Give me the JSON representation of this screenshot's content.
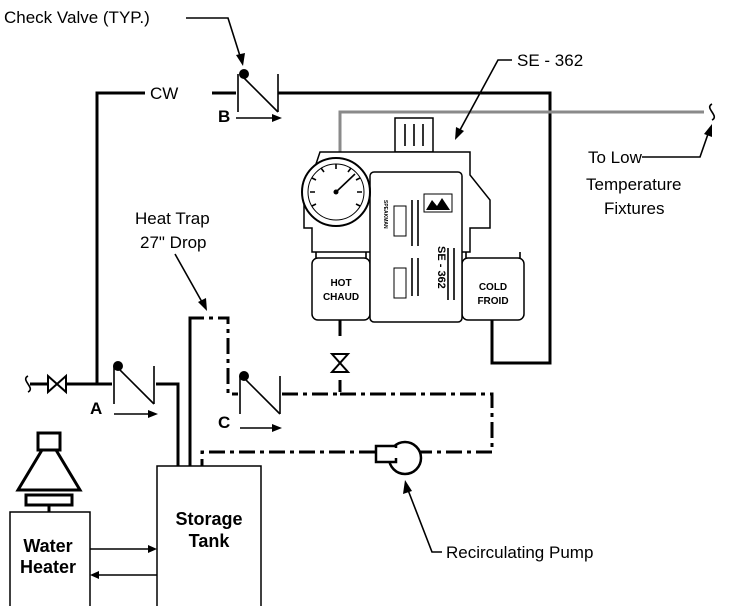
{
  "labels": {
    "check_valve": "Check Valve (TYP.)",
    "cw": "CW",
    "point_a": "A",
    "point_b": "B",
    "point_c": "C",
    "model": "SE - 362",
    "to_low_temp_line1": "To Low",
    "to_low_temp_line2": "Temperature",
    "to_low_temp_line3": "Fixtures",
    "heat_trap_line1": "Heat Trap",
    "heat_trap_line2": "27\" Drop",
    "hot_en": "HOT",
    "hot_fr": "CHAUD",
    "cold_en": "COLD",
    "cold_fr": "FROID",
    "storage_line1": "Storage",
    "storage_line2": "Tank",
    "heater_line1": "Water",
    "heater_line2": "Heater",
    "recirc_pump": "Recirculating Pump"
  },
  "valve_plate": {
    "brand": "SPEAKMAN",
    "model": "SE - 362"
  }
}
